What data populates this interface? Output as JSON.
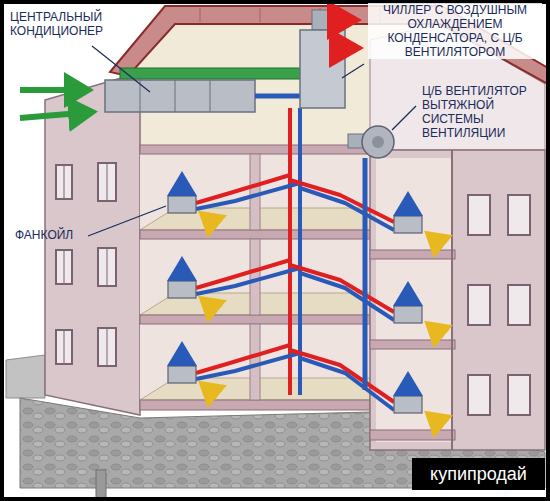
{
  "diagram": {
    "labels": [
      "ЦЕНТРАЛЬНЫЙ КОНДИЦИОНЕР",
      "ЧИЛЛЕР С ВОЗДУШНЫМ ОХЛАЖДЕНИЕМ КОНДЕНСАТОРА, С Ц/Б ВЕНТИЛЯТОРОМ",
      "Ц/Б ВЕНТИЛЯТОР ВЫТЯЖНОЙ СИСТЕМЫ ВЕНТИЛЯЦИИ",
      "ФАНКОЙЛ",
      "купипродай"
    ]
  }
}
